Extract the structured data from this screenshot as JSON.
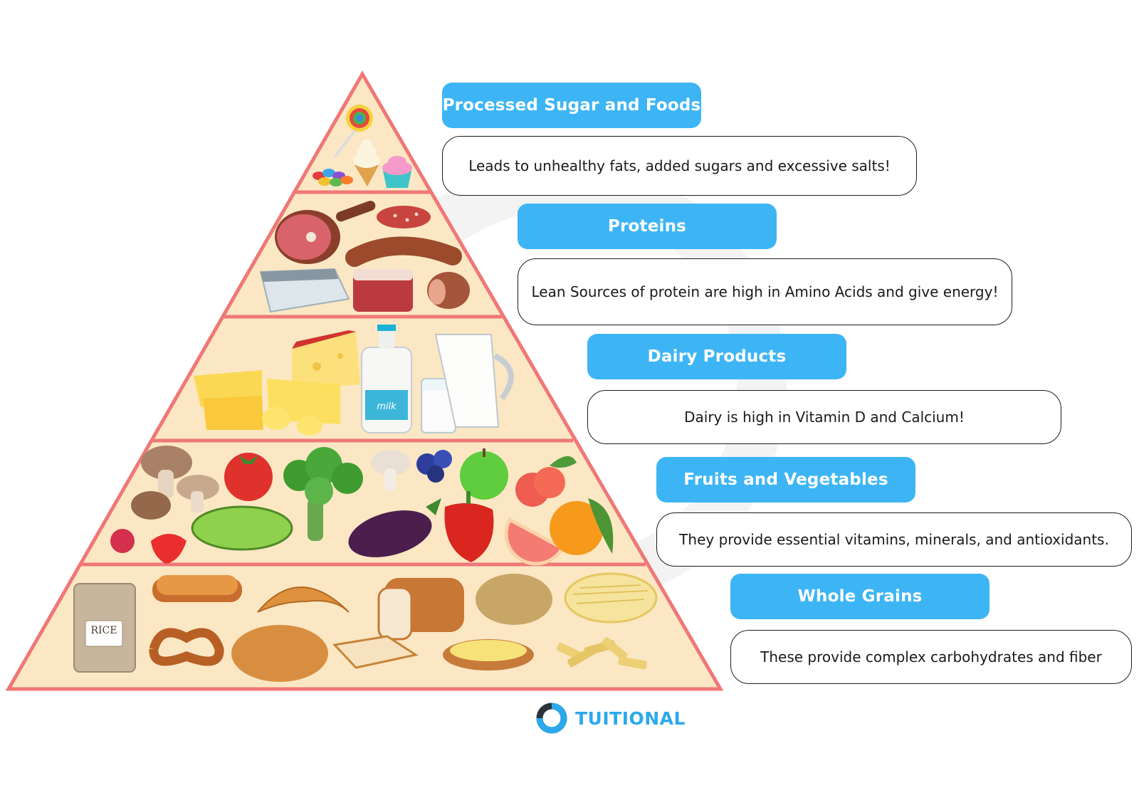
{
  "tiers": [
    {
      "title": "Processed Sugar and Foods",
      "description": "Leads to unhealthy fats, added sugars and excessive salts!",
      "foods": [
        "lollipop-icon",
        "ice-cream-cone-icon",
        "cupcake-icon",
        "candy-icon"
      ]
    },
    {
      "title": "Proteins",
      "description": "Lean Sources of protein are high in Amino Acids and give energy!",
      "foods": [
        "ham-icon",
        "salami-icon",
        "sausage-icon",
        "fish-fillet-icon",
        "bacon-icon",
        "roast-meat-icon"
      ]
    },
    {
      "title": "Dairy Products",
      "description": "Dairy is high in Vitamin D and Calcium!",
      "foods": [
        "cheese-wedge-icon",
        "cheese-block-icon",
        "butter-icon",
        "milk-jug-icon",
        "milk-glass-icon",
        "milk-pitcher-icon"
      ]
    },
    {
      "title": "Fruits and Vegetables",
      "description": "They provide essential vitamins, minerals, and antioxidants.",
      "foods": [
        "mushroom-icon",
        "tomato-icon",
        "broccoli-icon",
        "blueberry-icon",
        "apple-icon",
        "peach-icon",
        "raspberry-icon",
        "strawberry-icon",
        "cucumber-icon",
        "eggplant-icon",
        "bell-pepper-icon",
        "grapefruit-icon",
        "orange-icon"
      ]
    },
    {
      "title": "Whole Grains",
      "description": "These provide complex carbohydrates and fiber",
      "foods": [
        "rice-bag-icon",
        "waffle-icon",
        "croissant-icon",
        "bread-loaf-icon",
        "potato-icon",
        "noodles-icon",
        "pretzel-icon",
        "bun-icon",
        "toast-icon",
        "garlic-bread-icon",
        "pasta-icon"
      ]
    }
  ],
  "rice_label": "RICE",
  "milk_label": "milk",
  "brand": {
    "name": "TUITIONAL",
    "color": "#2ca8ec"
  },
  "colors": {
    "pyramid_fill": "#fbe7c4",
    "pyramid_stroke": "#f07777",
    "pill": "#3db5f5"
  }
}
